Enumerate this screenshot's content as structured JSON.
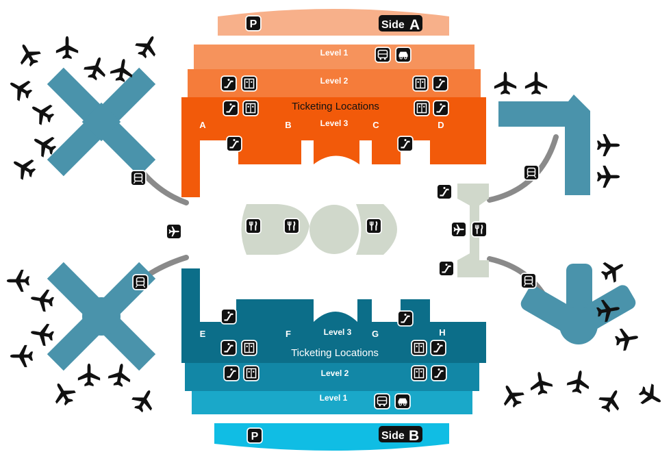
{
  "side_a": {
    "parking": "P",
    "label": "Side",
    "letter": "A"
  },
  "side_b": {
    "parking": "P",
    "label": "Side",
    "letter": "B"
  },
  "north_terminal": {
    "level1": "Level 1",
    "level2": "Level 2",
    "level3": "Level 3",
    "ticketing": "Ticketing Locations",
    "gates": [
      "A",
      "B",
      "C",
      "D"
    ]
  },
  "south_terminal": {
    "level1": "Level 1",
    "level2": "Level 2",
    "level3": "Level 3",
    "ticketing": "Ticketing Locations",
    "gates": [
      "E",
      "F",
      "G",
      "H"
    ]
  },
  "colors": {
    "side_a": "#f7b08a",
    "north_level1": "#f6935c",
    "north_level2": "#f57c3a",
    "north_level3": "#f25a0a",
    "side_b": "#10bde4",
    "south_level1": "#1aa8c9",
    "south_level2": "#1287a6",
    "south_level3": "#0c6e89",
    "airside": "#4a93ab",
    "central": "#d0d8cb",
    "tram_track": "#8a8a8a",
    "plane": "#111111"
  },
  "icons": [
    "parking-icon",
    "bus-icon",
    "car-icon",
    "escalator-icon",
    "elevator-icon",
    "tram-icon",
    "airplane-icon",
    "restaurant-icon"
  ]
}
